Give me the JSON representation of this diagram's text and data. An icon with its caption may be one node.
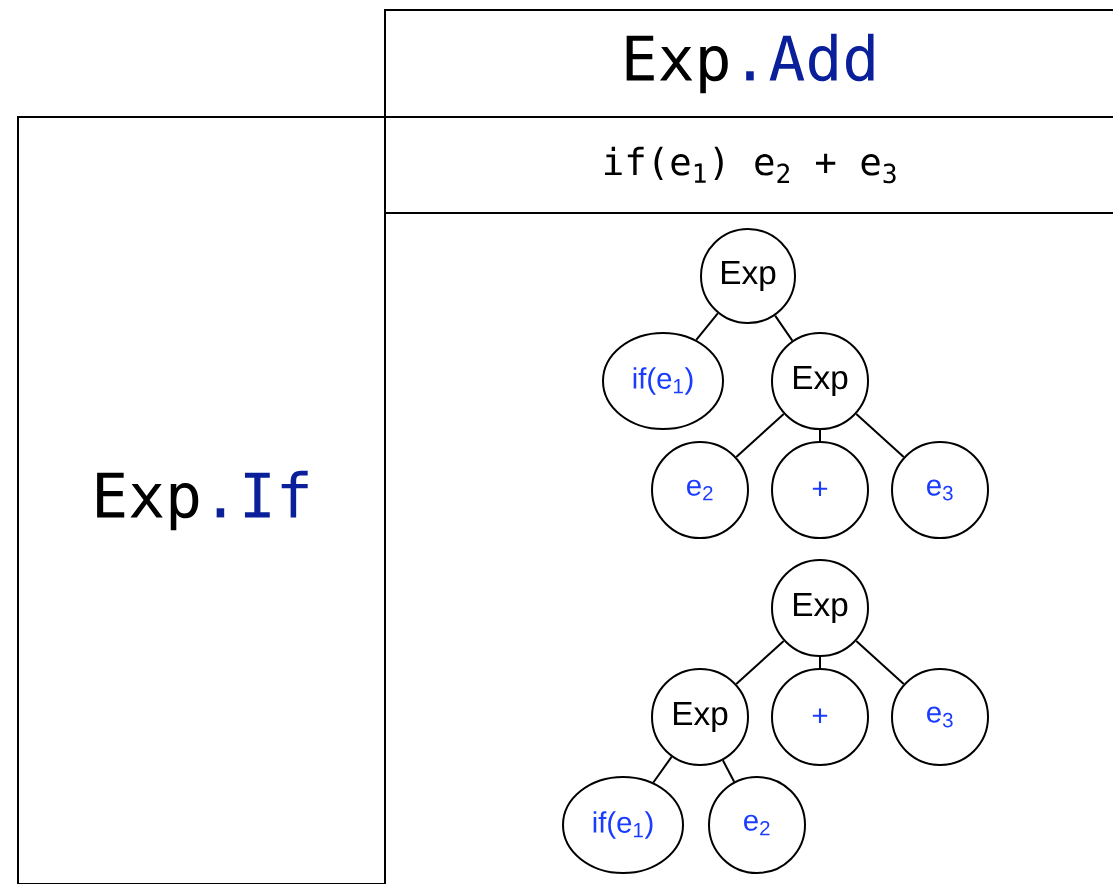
{
  "diagram": {
    "nodes": [
      {
        "text": [
          "Exp",
          ".Add"
        ]
      },
      {
        "text": [
          "Exp",
          ".If"
        ]
      },
      {
        "text": [
          "if(e$_{1}$) e$_{2}$ + e$_{3}$"
        ]
      },
      {
        "text": [],
        "shape": "box"
      },
      {
        "text": [
          "Exp"
        ],
        "in": 3
      },
      {
        "text": [
          "if(e$_{1}$)"
        ],
        "in": 3
      },
      {
        "text": [
          "Exp"
        ],
        "in": 3
      },
      {
        "text": [
          "e$_{2}$"
        ],
        "in": 3
      },
      {
        "text": [
          "+"
        ],
        "in": 3
      },
      {
        "text": [
          "e$_{3}$"
        ],
        "in": 3
      },
      {
        "text": [
          "Exp"
        ],
        "in": 3
      },
      {
        "text": [
          "Exp"
        ],
        "in": 3
      },
      {
        "text": [
          "+"
        ],
        "in": 3
      },
      {
        "text": [
          "e$_{3}$"
        ],
        "in": 3
      },
      {
        "text": [
          "if(e$_{1}$)"
        ],
        "in": 3
      },
      {
        "text": [
          "e$_{2}$"
        ],
        "in": 3
      }
    ],
    "edges": [
      {
        "from": 4,
        "to": 5,
        "arrow": "none"
      },
      {
        "from": 4,
        "to": 6,
        "arrow": "none"
      },
      {
        "from": 6,
        "to": 7,
        "arrow": "none"
      },
      {
        "from": 6,
        "to": 8,
        "arrow": "none"
      },
      {
        "from": 6,
        "to": 9,
        "arrow": "none"
      },
      {
        "from": 10,
        "to": 11,
        "arrow": "none"
      },
      {
        "from": 10,
        "to": 12,
        "arrow": "none"
      },
      {
        "from": 10,
        "to": 13,
        "arrow": "none"
      },
      {
        "from": 11,
        "to": 14,
        "arrow": "none"
      },
      {
        "from": 11,
        "to": 15,
        "arrow": "none"
      }
    ]
  }
}
